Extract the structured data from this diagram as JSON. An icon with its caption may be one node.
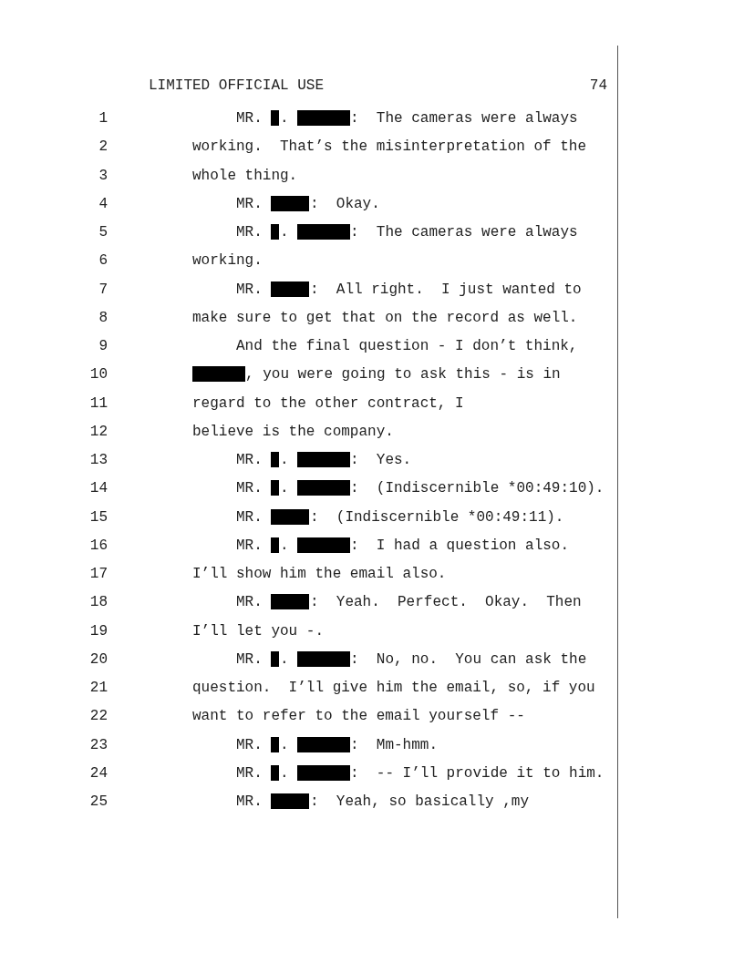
{
  "diagram": {
    "labels": [
      "LIMITED OFFICIAL USE",
      "74",
      "1",
      "MR.",
      ".",
      ":  The cameras were always",
      "2",
      "working.  That’s the misinterpretation of the",
      "3",
      "whole thing.",
      "4",
      "MR.",
      ":  Okay.",
      "5",
      "MR.",
      ".",
      ":  The cameras were always",
      "6",
      "working.",
      "7",
      "MR.",
      ":  All right.  I just wanted to",
      "8",
      "make sure to get that on the record as well.",
      "9",
      "And the final question - I don’t think,",
      "10",
      ", you were going to ask this - is in",
      "11",
      "regard to the other contract, I",
      "12",
      "believe is the company.",
      "13",
      "MR.",
      ".",
      ":  Yes.",
      "14",
      "MR.",
      ".",
      ":  (Indiscernible *00:49:10).",
      "15",
      "MR.",
      ":  (Indiscernible *00:49:11).",
      "16",
      "MR.",
      ".",
      ":  I had a question also.",
      "17",
      "I’ll show him the email also.",
      "18",
      "MR.",
      ":  Yeah.  Perfect.  Okay.  Then",
      "19",
      "I’ll let you -.",
      "20",
      "MR.",
      ".",
      ":  No, no.  You can ask the",
      "21",
      "question.  I’ll give him the email, so, if you",
      "22",
      "want to refer to the email yourself --",
      "23",
      "MR.",
      ".",
      ":  Mm-hmm.",
      "24",
      "MR.",
      ".",
      ":  -- I’ll provide it to him.",
      "25",
      "MR.",
      ":  Yeah, so basically ,my"
    ]
  }
}
